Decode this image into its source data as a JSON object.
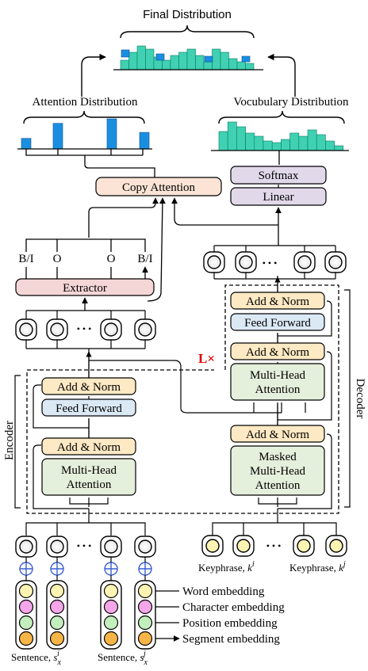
{
  "title": "Final Distribution",
  "attention_distribution": {
    "label": "Attention Distribution",
    "bars": [
      0.35,
      0.85,
      1.0,
      0.55
    ]
  },
  "vocab_distribution": {
    "label": "Vocubulary Distribution"
  },
  "modules": {
    "copy_attention": "Copy Attention",
    "softmax": "Softmax",
    "linear": "Linear",
    "extractor": "Extractor",
    "add_norm": "Add & Norm",
    "feed_forward": "Feed Forward",
    "multi_head_attention": [
      "Multi-Head",
      "Attention"
    ],
    "masked_multi_head_attention": [
      "Masked",
      "Multi-Head",
      "Attention"
    ]
  },
  "tags": [
    "B/I",
    "O",
    "O",
    "B/I"
  ],
  "encoder_label": "Encoder",
  "decoder_label": "Decoder",
  "layers_label": "L×",
  "embeddings": [
    "Word embedding",
    "Character embedding",
    "Position embedding",
    "Segment embedding"
  ],
  "sentence_label": "Sentence, ",
  "sentence_vars": [
    {
      "base": "s",
      "sub": "x",
      "sup": "i"
    },
    {
      "base": "s",
      "sub": "x",
      "sup": "j"
    }
  ],
  "keyphrase_label": "Keyphrase, ",
  "keyphrase_vars": [
    {
      "base": "k",
      "sup": "i"
    },
    {
      "base": "k",
      "sup": "j"
    }
  ],
  "dots": "• • •",
  "colors": {
    "copy": "#fbe4d6",
    "softmax": "#e1d8ea",
    "extractor": "#f5d6d6",
    "addnorm": "#fde9c3",
    "ff": "#dbe9f5",
    "attn": "#e4efdc",
    "vocab_bar": "#3fd1b2",
    "attn_bar": "#1a8fe0",
    "emb_yellow": "#fdf3b2",
    "emb_pink": "#f4a6e8",
    "emb_green": "#c3eebd",
    "emb_orange": "#f7b548",
    "plus": "#3a5fcf",
    "red": "#e00000"
  }
}
